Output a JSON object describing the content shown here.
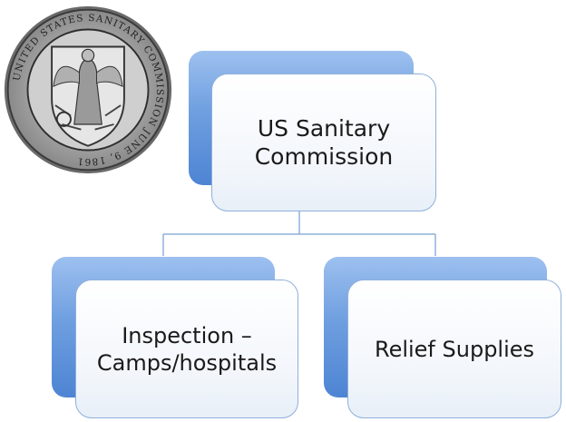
{
  "diagram": {
    "root": {
      "label_line1": "US Sanitary",
      "label_line2": "Commission"
    },
    "children": [
      {
        "label_line1": "Inspection –",
        "label_line2": "Camps/hospitals"
      },
      {
        "label_line1": "Relief Supplies"
      }
    ]
  },
  "seal": {
    "inscription": "UNITED STATES SANITARY COMMISSION JUNE 9, 1861"
  },
  "colors": {
    "back_box_top": "#9dc0ef",
    "back_box_bottom": "#4d84d3",
    "front_box_border": "#8fb0da",
    "connector": "#8fb0da"
  }
}
